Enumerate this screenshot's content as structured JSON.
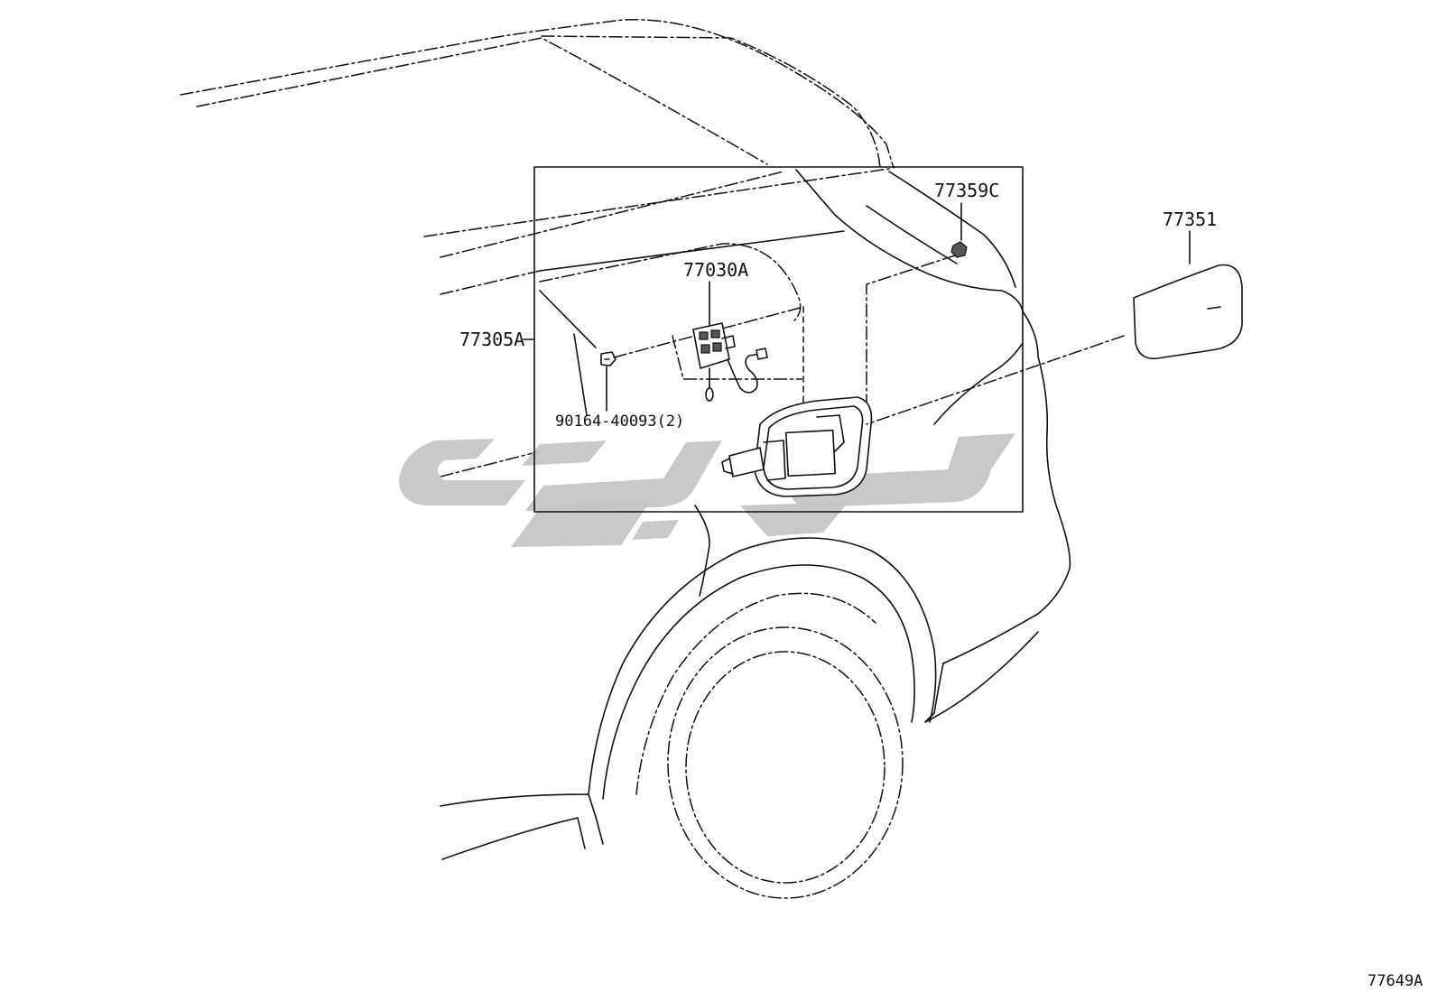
{
  "diagram": {
    "callouts": {
      "filler_cap_clip": "77359C",
      "fuel_filler_door": "77351",
      "lock_actuator": "77030A",
      "filler_opening_box": "77305A",
      "bolt": "90164-40093(2)"
    },
    "figure_code": "77649A"
  },
  "colors": {
    "line": "#111111",
    "watermark": "#c4c4c4",
    "background": "#ffffff"
  }
}
